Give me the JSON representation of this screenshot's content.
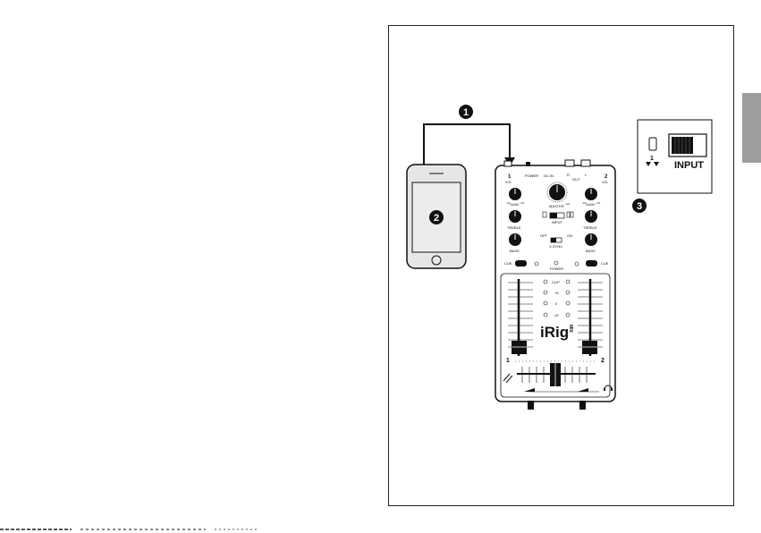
{
  "callouts": [
    "1",
    "2",
    "3"
  ],
  "mixer": {
    "brand_main": "iRig",
    "brand_sub": "MIX",
    "ch1_number": "1",
    "ch2_number": "2",
    "ch1_vol": "VOL",
    "ch2_vol": "VOL",
    "power_label": "POWER",
    "dcin_label": "DC IN",
    "out_r": "R",
    "out_l": "L",
    "out_label": "OUT",
    "gain_label": "GAIN",
    "master_label": "MASTER",
    "input_label": "INPUT",
    "treble_label": "TREBLE",
    "bass_label": "BASS",
    "off_label": "OFF",
    "on_label": "ON",
    "xsync_label": "X-SYNC",
    "cue_label": "CUE",
    "power_led_label": "POWER",
    "meter_labels": [
      "CLIP",
      "+6",
      "0",
      "-20"
    ],
    "fader_ch1": "1",
    "fader_ch2": "2",
    "knob_min": "-15",
    "knob_max": "+15",
    "master_max": "+24"
  },
  "inset": {
    "label": "INPUT",
    "number": "1"
  },
  "colors": {
    "side_tab": "#9e9e9e",
    "device_fill": "#e6e6e6",
    "line": "#111111"
  }
}
